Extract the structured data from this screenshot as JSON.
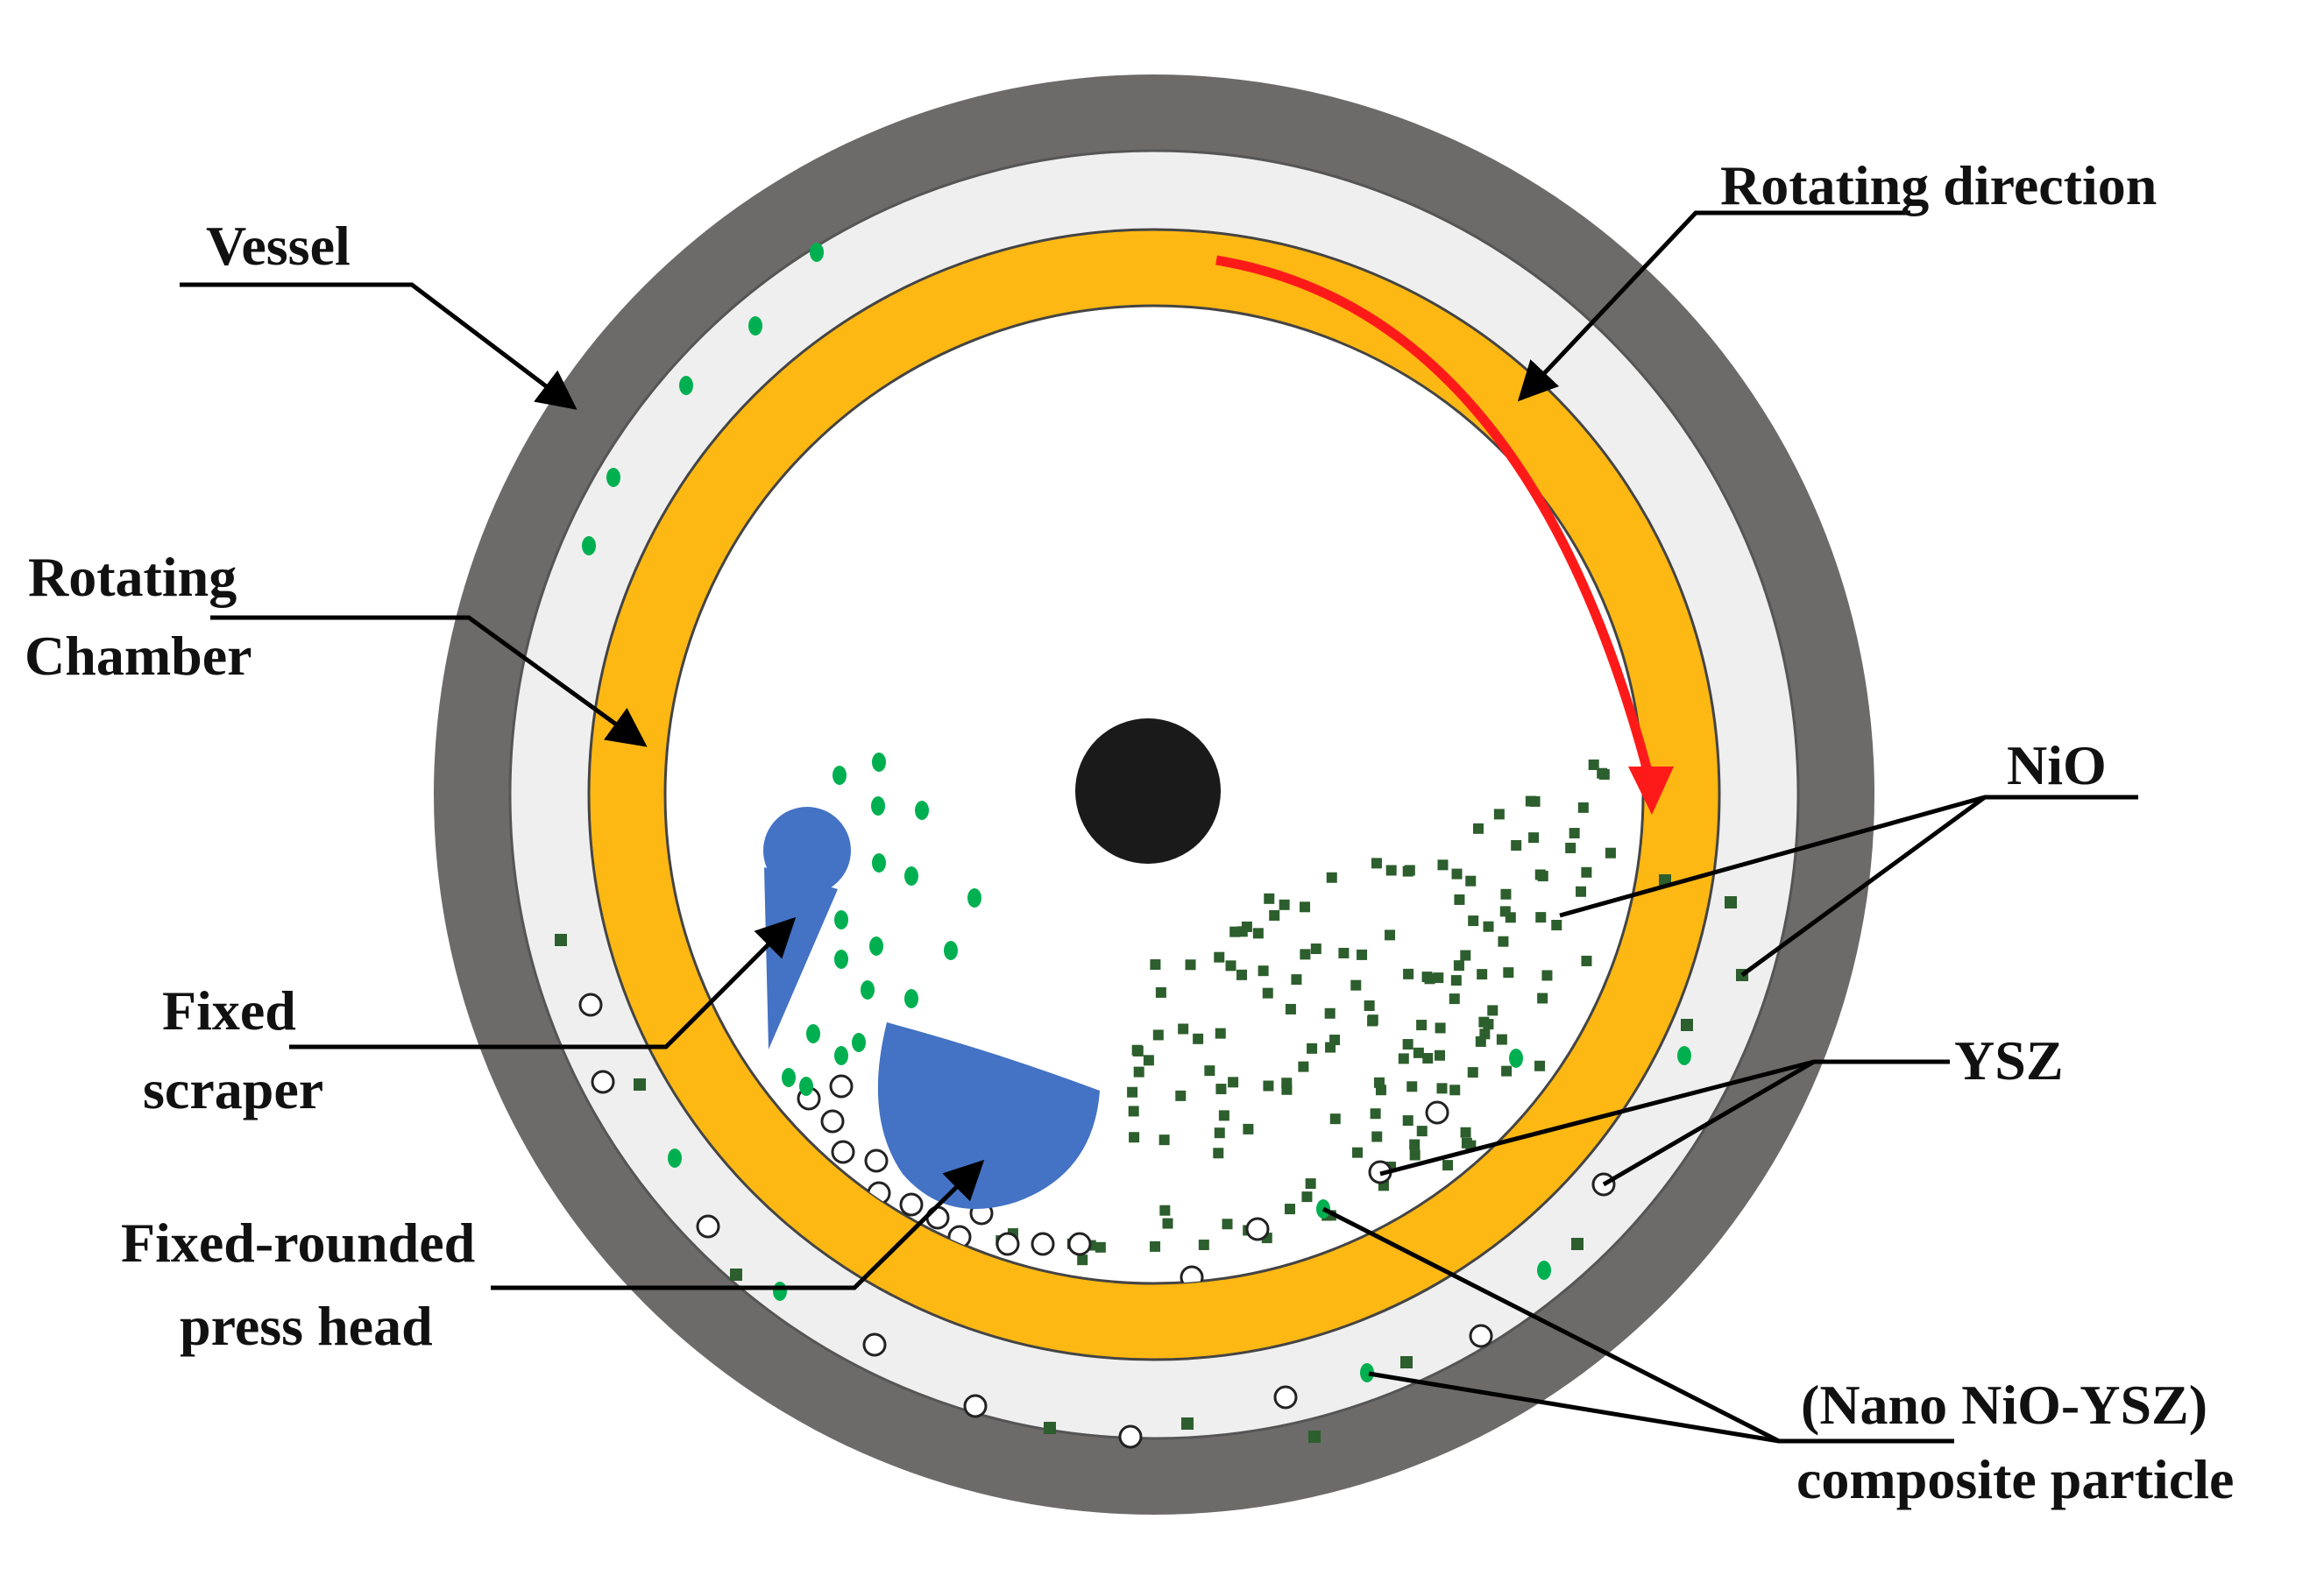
{
  "labels": {
    "vessel": "Vessel",
    "rotating_direction": "Rotating direction",
    "rotating_chamber_line1": "Rotating",
    "rotating_chamber_line2": "Chamber",
    "fixed_scraper_line1": "Fixed",
    "fixed_scraper_line2": "scraper",
    "press_head_line1": "Fixed-rounded",
    "press_head_line2": "press head",
    "nio": "NiO",
    "ysz": "YSZ",
    "composite_line1": "(Nano NiO-YSZ)",
    "composite_line2": "composite particle"
  },
  "colors": {
    "vessel": "#6d6a6a",
    "gap": "#efefef",
    "chamber": "#fdb813",
    "arrow": "#ff1a1a",
    "tool": "#4472c4",
    "shaft": "#1a1a1a",
    "nio_particle": "#2d5e2d",
    "composite_particle": "#00b050",
    "ysz_particle": "#ffffff"
  }
}
